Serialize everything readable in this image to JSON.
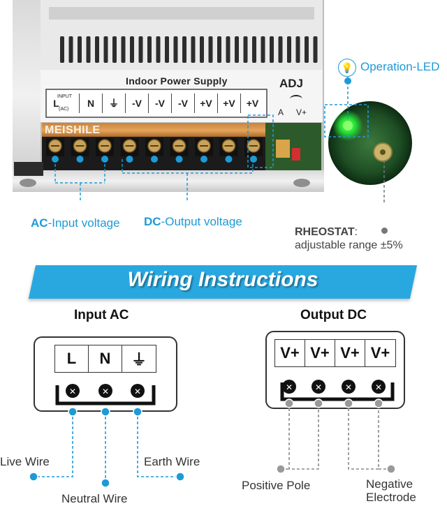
{
  "device": {
    "panel_title": "Indoor Power Supply",
    "adj_label": "ADJ",
    "adj_a": "A",
    "adj_vplus": "V+",
    "terminals": [
      {
        "main": "L",
        "sup": "INPUT",
        "sub": "(AC)"
      },
      {
        "main": "N"
      },
      {
        "main": "⏚"
      },
      {
        "main": "-V"
      },
      {
        "main": "-V"
      },
      {
        "main": "-V"
      },
      {
        "main": "+V"
      },
      {
        "main": "+V"
      },
      {
        "main": "+V"
      }
    ],
    "brand": "MEISHILE"
  },
  "callouts": {
    "operation_led": "Operation-LED",
    "ac_prefix": "AC",
    "ac_suffix": "-Input voltage",
    "dc_prefix": "DC",
    "dc_suffix": "-Output voltage",
    "rheostat_title": "RHEOSTAT",
    "rheostat_colon": ":",
    "rheostat_desc": "adjustable range ±5%"
  },
  "banner": {
    "title": "Wiring Instructions"
  },
  "input_ac": {
    "heading": "Input AC",
    "terminals": [
      "L",
      "N",
      "⏚"
    ],
    "wires": [
      "Live Wire",
      "Neutral Wire",
      "Earth Wire"
    ]
  },
  "output_dc": {
    "heading": "Output DC",
    "terminals": [
      "V+",
      "V+",
      "V+",
      "V+"
    ],
    "poles": [
      "Positive Pole",
      "Negative",
      "Electrode"
    ]
  },
  "colors": {
    "accent": "#1e9ad6",
    "banner": "#29a8e0",
    "led": "#22dd33"
  }
}
